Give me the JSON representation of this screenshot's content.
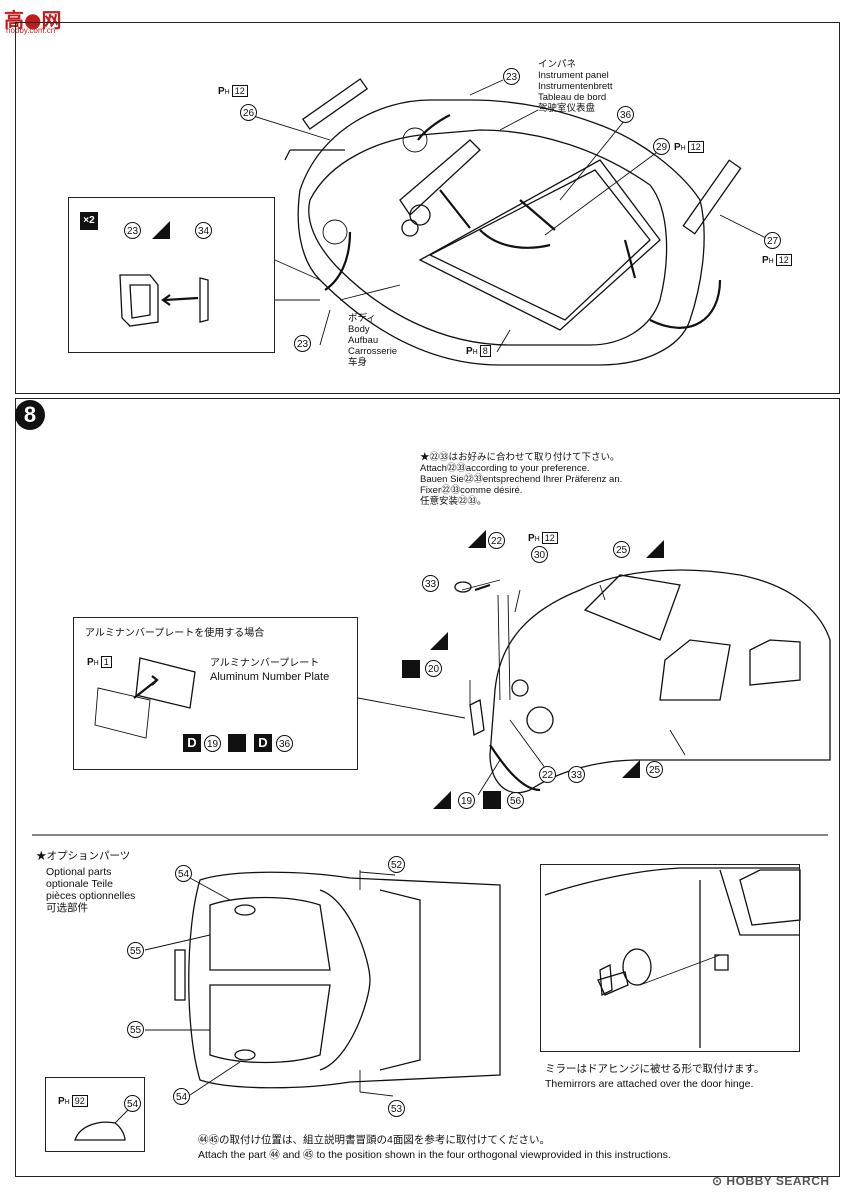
{
  "watermark_top": "hobby.com.cn",
  "top": {
    "ph12_left": "P",
    "ph12_left_sub": "H",
    "ph12_left_num": "12",
    "part26": "26",
    "part23_top": "23",
    "instrument_label": "インパネ\nInstrument panel\nInstrumentenbrett\nTableau de bord\n驾驶室仪表盘",
    "part36": "36",
    "part29": "29",
    "ph12_right_num": "12",
    "part27": "27",
    "ph12_lowright_num": "12",
    "body_label": "ボディ\nBody\nAufbau\nCarrosserie\n车身",
    "ph8_num": "8",
    "part23_bottom": "23",
    "inset_x2": "×2",
    "inset_23": "23",
    "inset_34": "34"
  },
  "step8": {
    "step_number": "8",
    "note": "★㉒㉝はお好みに合わせて取り付けて下さい。\nAttach㉒㉝according to your preference.\nBauen Sie㉒㉝entsprechend Ihrer Präferenz an.\nFixer㉒㉝comme désiré.\n任意安装㉒㉝。",
    "p22": "22",
    "p12_num": "12",
    "p30": "30",
    "p25_top": "25",
    "p33": "33",
    "p20": "20",
    "p22_33": "22",
    "p22_33_dash": "-",
    "p22_33_b": "33",
    "p25_bottom": "25",
    "p19": "19",
    "p56": "56",
    "number_plate_box": {
      "title": "アルミナンバープレートを使用する場合",
      "ph_num": "1",
      "label_jp": "アルミナンバープレート",
      "label_en": "Aluminum Number Plate",
      "d1": "D",
      "n19": "19",
      "d2": "D",
      "n36": "36"
    }
  },
  "options": {
    "title_jp": "★オプションパーツ",
    "title_rest": "Optional parts\noptionale Teile\npièces optionnelles\n可选部件",
    "p54_top": "54",
    "p55_top": "55",
    "p55_bottom": "55",
    "p54_bottom": "54",
    "p52": "52",
    "p53": "53",
    "small_ph_num": "92",
    "small_54": "54",
    "mirror_jp": "ミラーはドアヒンジに被せる形で取付けます。",
    "mirror_en": "Themirrors are attached over the door hinge.",
    "bottom_jp": "㊹㊺の取付け位置は、組立説明書冒頭の4面図を参考に取付けてください。",
    "bottom_en": "Attach the part ㊹ and ㊺ to the position shown in the four orthogonal viewprovided in this instructions.",
    "brand": "HOBBY SEARCH"
  }
}
